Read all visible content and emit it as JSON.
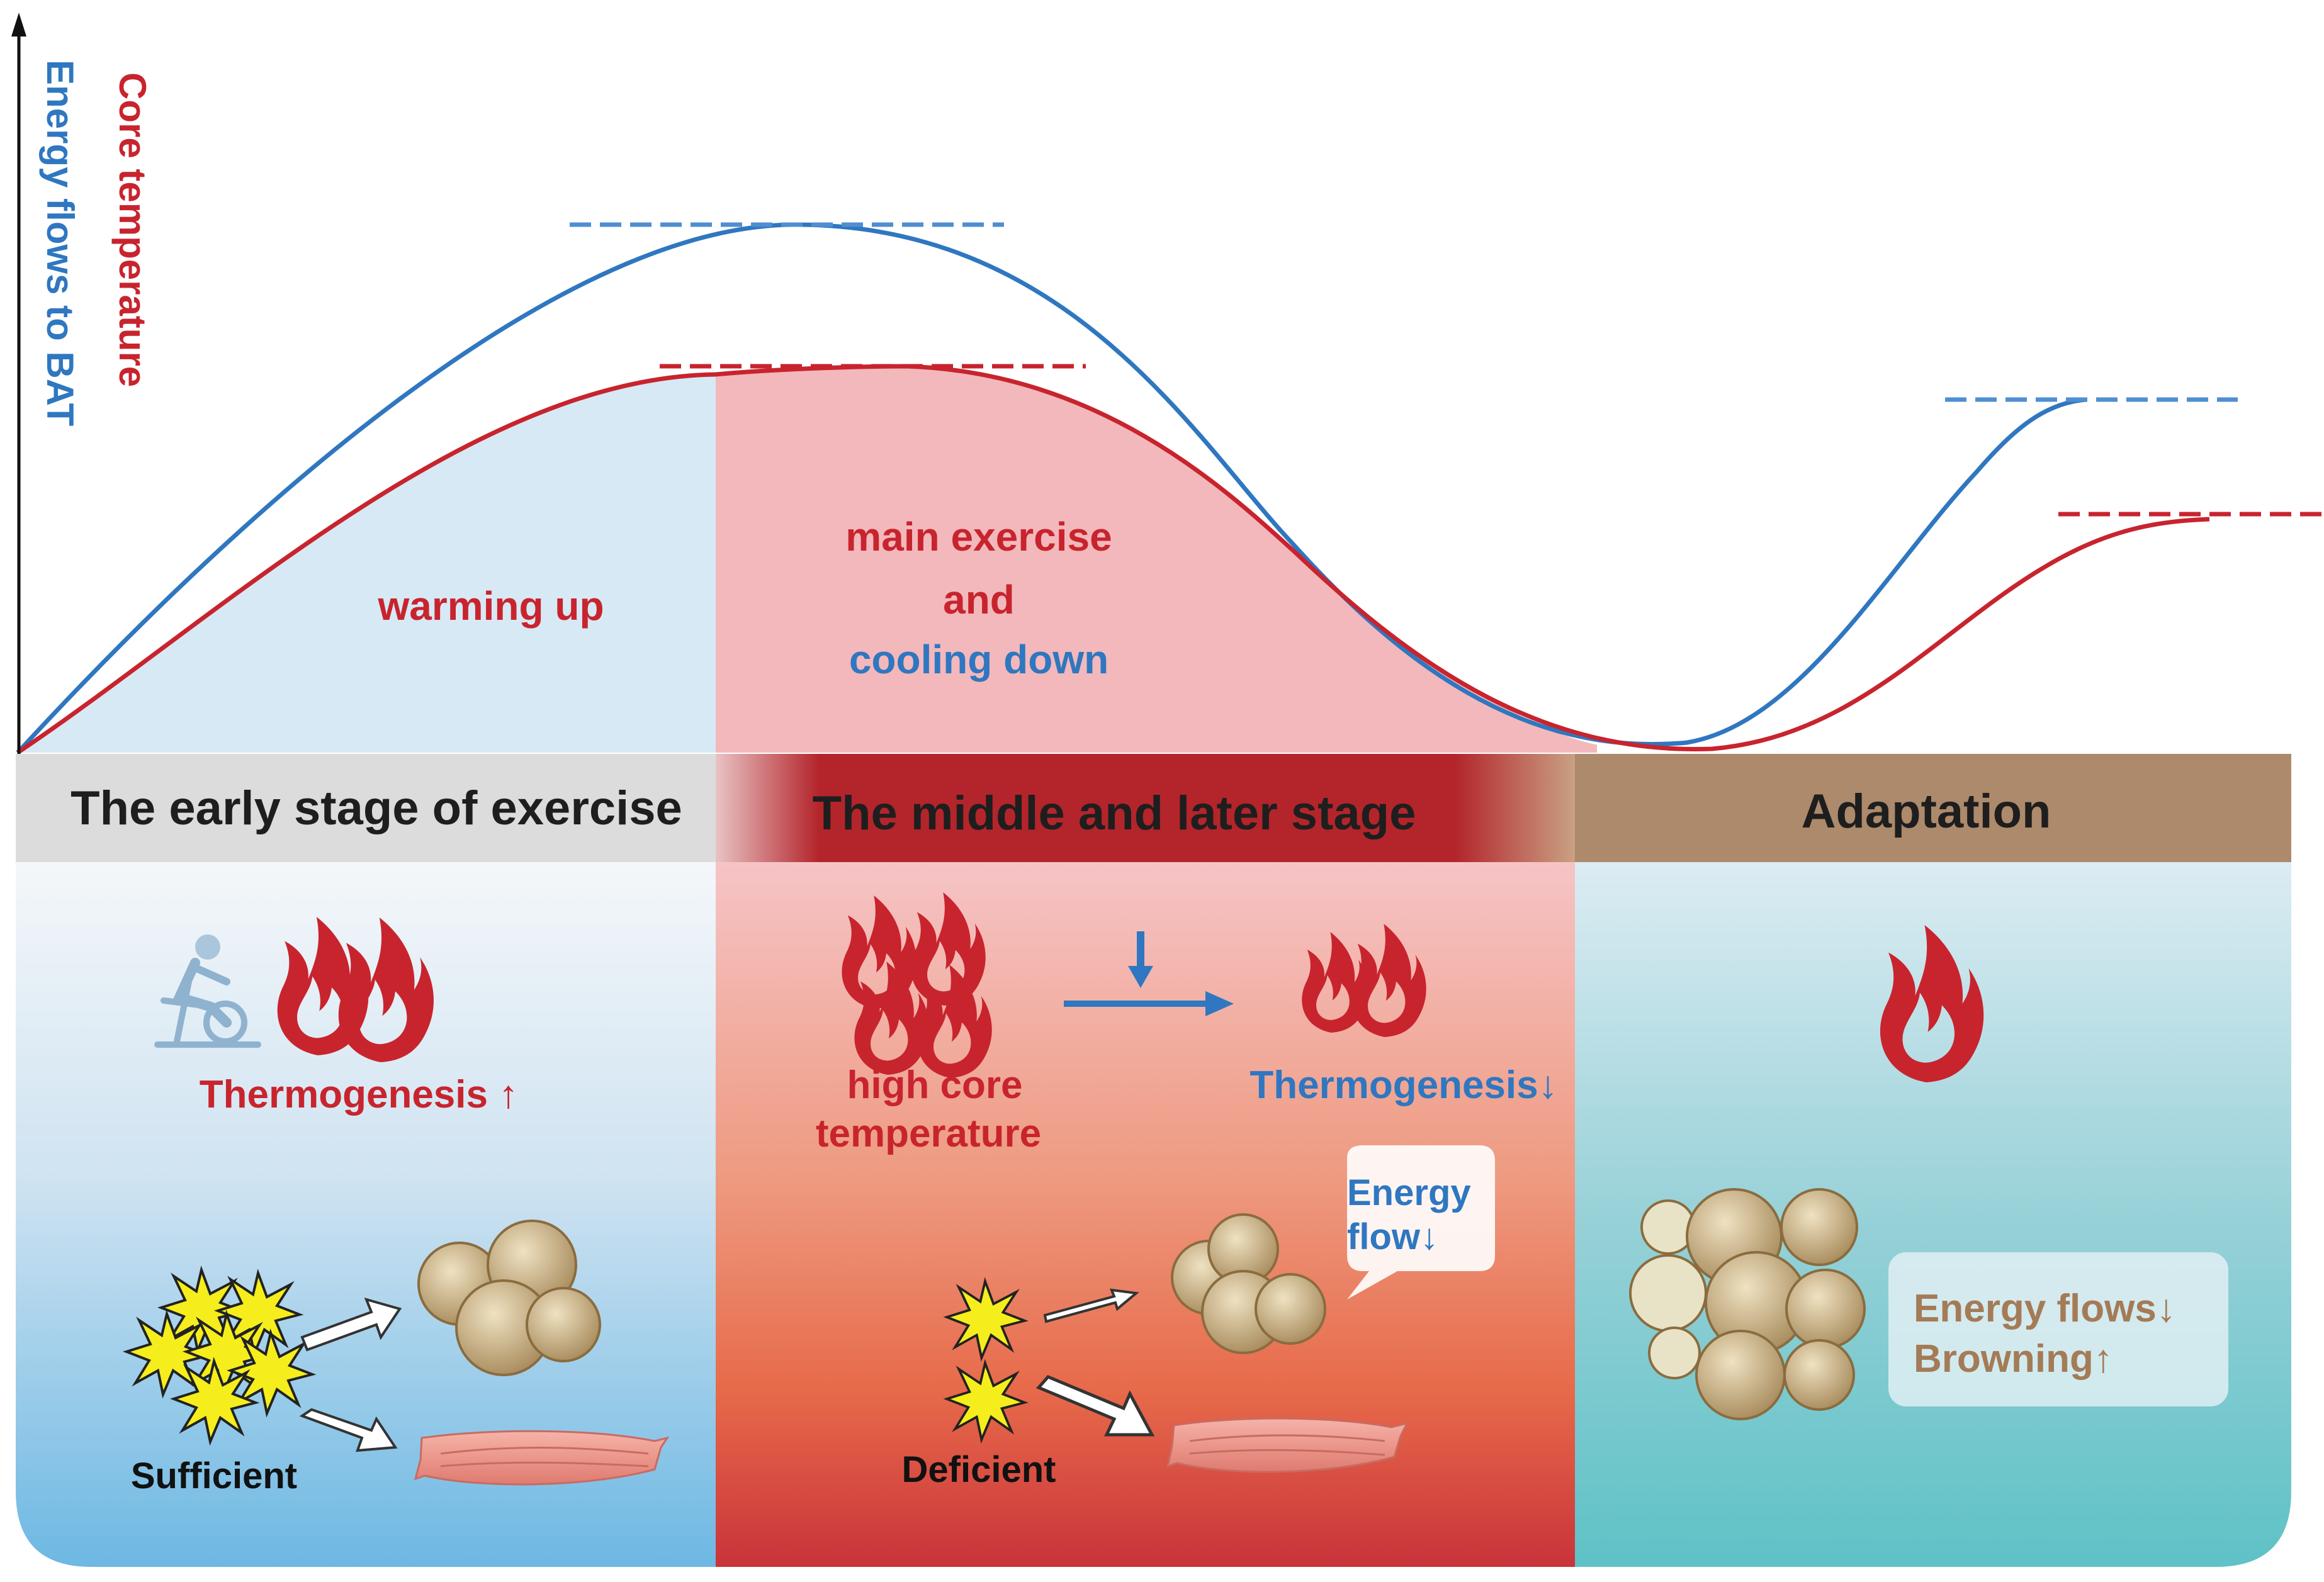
{
  "axis": {
    "label_red": "Core temperature",
    "label_blue": "Energy flows to BAT"
  },
  "curve_annotations": {
    "warming_up": "warming up",
    "main_exercise_line1": "main exercise",
    "main_exercise_line2": "and",
    "main_exercise_line3": "cooling down"
  },
  "stages": {
    "early": "The early stage of exercise",
    "middle": "The middle and later stage",
    "adaptation": "Adaptation"
  },
  "panel_early": {
    "thermogenesis": "Thermogenesis ↑",
    "sufficient": "Sufficient"
  },
  "panel_middle": {
    "high_core_line1": "high core",
    "high_core_line2": "temperature",
    "thermogenesis": "Thermogenesis↓",
    "energy_flow_line1": "Energy",
    "energy_flow_line2": "flow↓",
    "deficient": "Deficient"
  },
  "panel_adaptation": {
    "energy_flows": "Energy flows↓",
    "browning": "Browning↑"
  },
  "colors": {
    "red": "#c8242e",
    "blue": "#2f77c0",
    "brown_text": "#a47b57",
    "stage_grey": "#dcdcdc",
    "stage_red": "#b3252b",
    "stage_brown": "#ad8a6b"
  }
}
